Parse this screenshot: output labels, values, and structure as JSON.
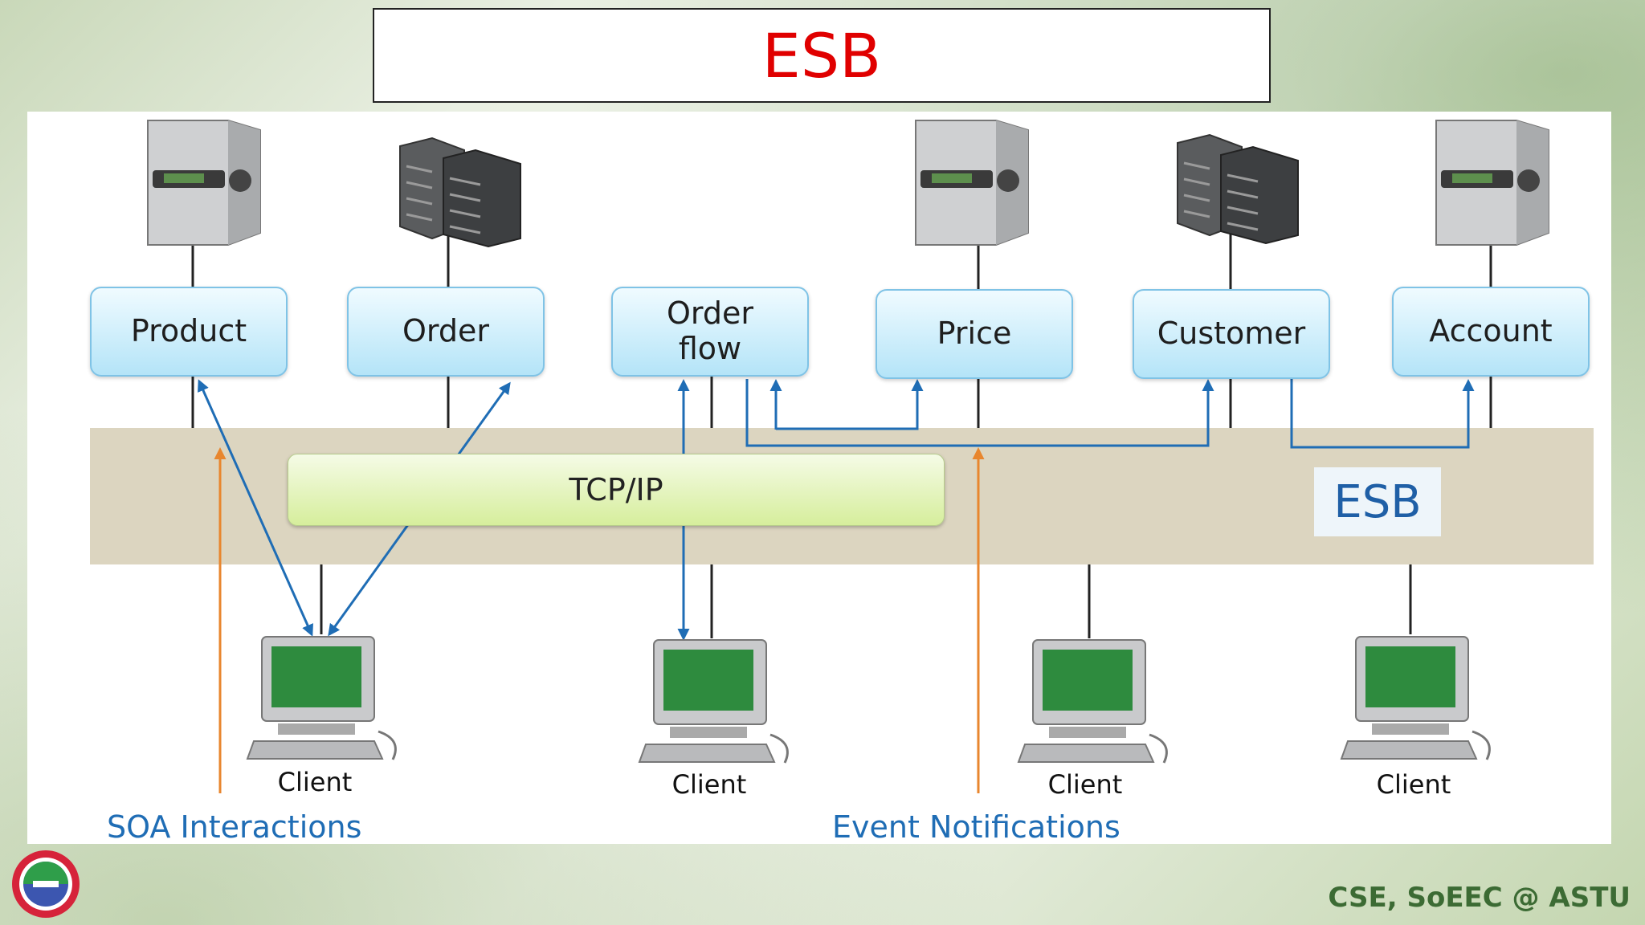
{
  "slide": {
    "title": "ESB",
    "footer": "CSE, SoEEC @ ASTU"
  },
  "services": [
    {
      "label": "Product"
    },
    {
      "label": "Order"
    },
    {
      "label": "Order\nflow"
    },
    {
      "label": "Price"
    },
    {
      "label": "Customer"
    },
    {
      "label": "Account"
    }
  ],
  "bus": {
    "transport_label": "TCP/IP",
    "esb_label": "ESB"
  },
  "clients": [
    {
      "label": "Client"
    },
    {
      "label": "Client"
    },
    {
      "label": "Client"
    },
    {
      "label": "Client"
    }
  ],
  "legend": {
    "soa": "SOA Interactions",
    "events": "Event Notifications"
  },
  "colors": {
    "title": "#e00000",
    "soa_arrow": "#1f6db5",
    "event_arrow": "#e8862e",
    "bus": "#dcd5c0"
  },
  "icons": {
    "server_tower": "server-tower-icon",
    "server_rack": "server-rack-icon",
    "client": "desktop-computer-icon",
    "logo": "university-logo"
  }
}
